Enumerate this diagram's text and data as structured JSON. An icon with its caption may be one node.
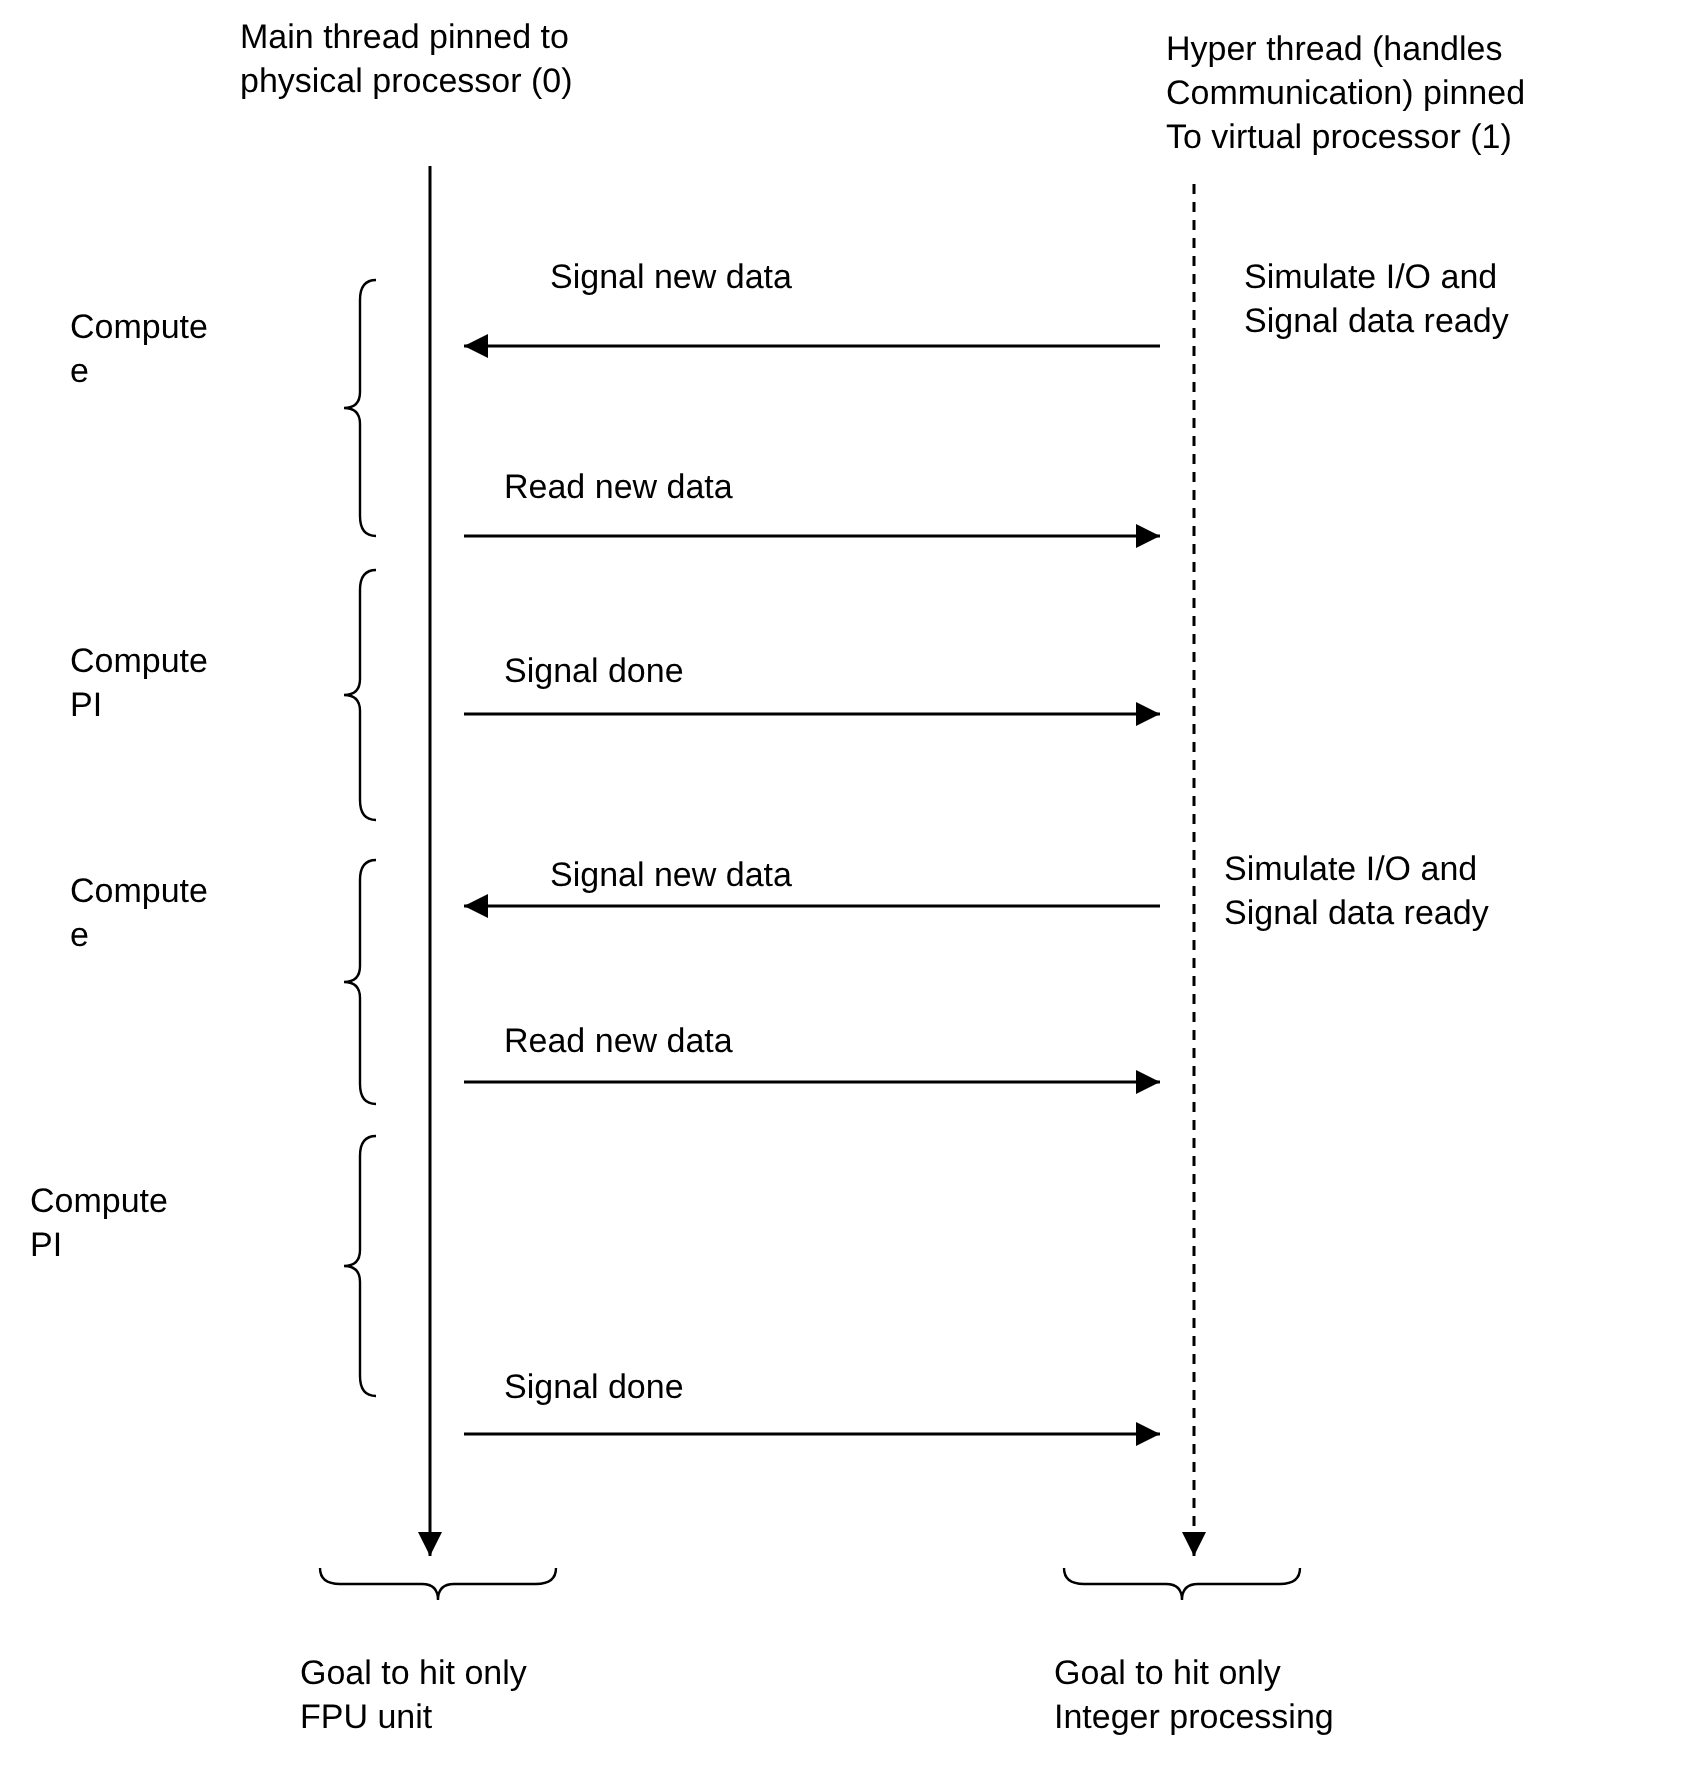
{
  "diagram": {
    "nodes": [
      {
        "text": [
          "Main thread pinned to physical processor (0)"
        ]
      },
      {
        "text": [
          "Hyper thread (handles Communication) pinned To virtual processor (1)"
        ]
      },
      {
        "text": [],
        "shape": "line"
      },
      {
        "text": [],
        "shape": "line"
      }
    ],
    "edges": [
      {
        "from": 3,
        "to": 2,
        "arrow": "to",
        "label": "Signal new data"
      },
      {
        "from": 2,
        "to": 3,
        "arrow": "to",
        "label": "Read new data"
      },
      {
        "from": 2,
        "to": 3,
        "arrow": "to",
        "label": "Signal done"
      },
      {
        "from": 3,
        "to": 2,
        "arrow": "to",
        "label": "Signal new data"
      },
      {
        "from": 2,
        "to": 3,
        "arrow": "to",
        "label": "Read new data"
      },
      {
        "from": 2,
        "to": 3,
        "arrow": "to",
        "label": "Signal done"
      }
    ],
    "labels": [
      "Compute e",
      "Simulate I/O and Signal data ready",
      "Compute PI",
      "Compute e",
      "Simulate I/O and Signal data ready",
      "Compute PI",
      "Goal to hit only FPU unit",
      "Goal to hit only Integer processing"
    ]
  }
}
